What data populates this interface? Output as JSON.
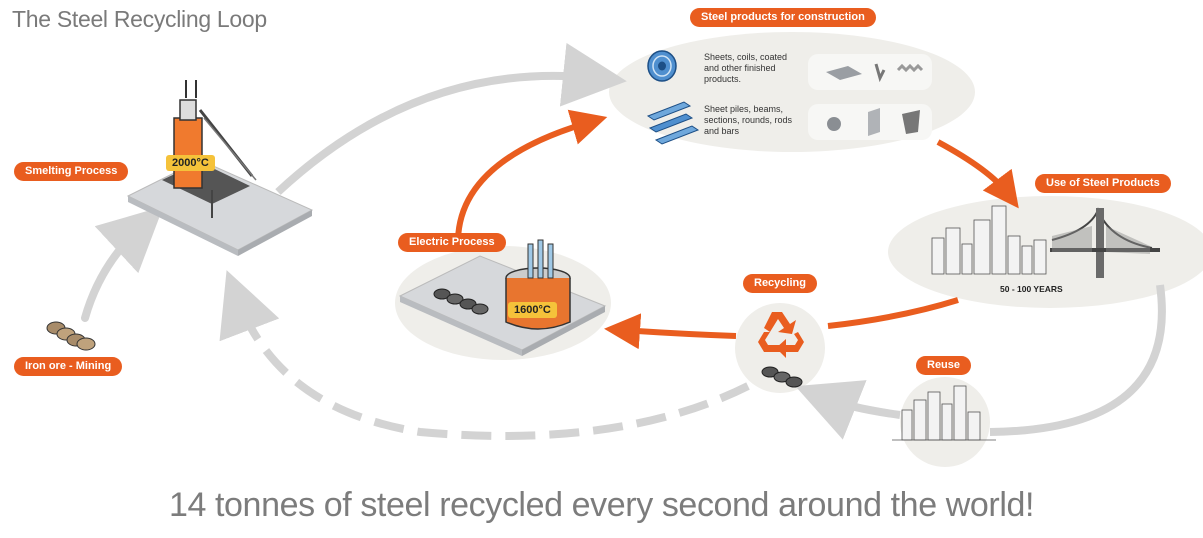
{
  "title": "The Steel Recycling Loop",
  "labels": {
    "smelting": "Smelting Process",
    "iron_ore": "Iron ore - Mining",
    "electric": "Electric Process",
    "products": "Steel products for construction",
    "use": "Use of Steel Products",
    "recycling": "Recycling",
    "reuse": "Reuse"
  },
  "temps": {
    "blast_furnace": "2000°C",
    "electric_furnace": "1600°C"
  },
  "products": {
    "sheets": "Sheets, coils, coated and other finished products.",
    "piles": "Sheet piles, beams, sections, rounds, rods and bars"
  },
  "lifetime": "50 - 100 YEARS",
  "tagline": "14 tonnes of steel recycled every second around the world!",
  "colors": {
    "accent": "#e95d1f",
    "arrow_grey": "#d3d3d3",
    "blob": "#efeeea",
    "text_grey": "#7c7c7c"
  },
  "icons": [
    "blast-furnace-icon",
    "ore-pile-icon",
    "electric-furnace-icon",
    "recycle-icon",
    "coil-icon",
    "beams-icon",
    "city-skyline-icon",
    "bridge-icon"
  ]
}
